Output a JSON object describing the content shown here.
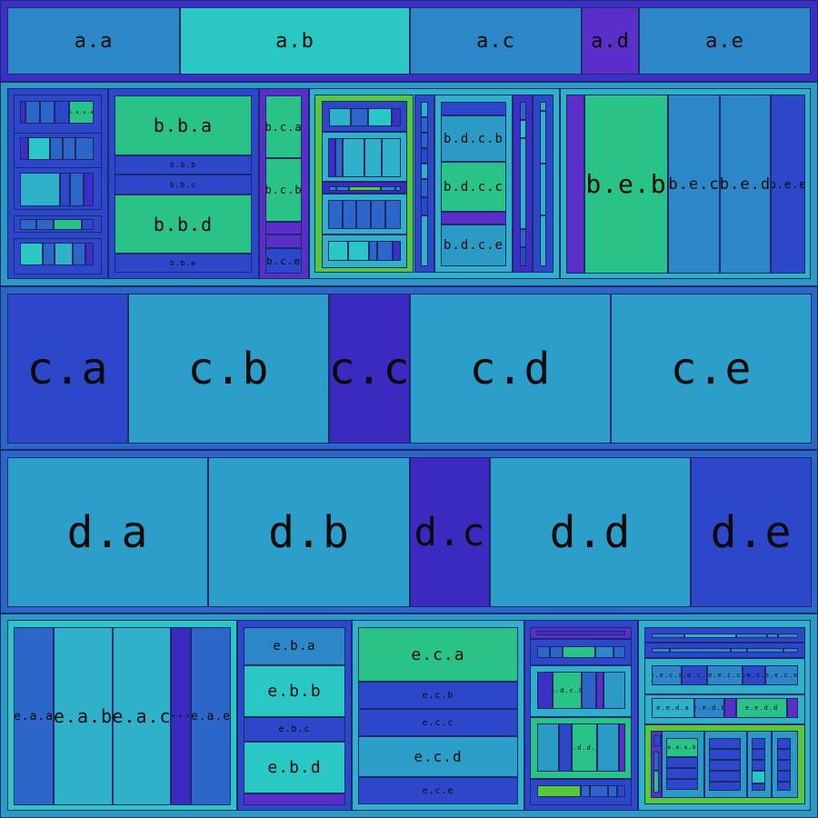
{
  "palette": {
    "a": "#2c87c9",
    "b": "#2ac8c4",
    "c": "#2b9fc9",
    "d": "#5a2fc9",
    "e": "#29c387",
    "f": "#2c47c9",
    "g": "#3b2fc7",
    "h": "#56c93a",
    "i": "#3a2ac0",
    "j": "#2d66c9",
    "k": "#2fb1c9",
    "m": "#2b9ac4"
  },
  "labels": {
    "aa": "a.a",
    "ab": "a.b",
    "ac": "a.c",
    "ad": "a.d",
    "ae": "a.e",
    "baae": "b.a.a.e",
    "bba": "b.b.a",
    "bbb": "b.b.b",
    "bbc": "b.b.c",
    "bbd": "b.b.d",
    "bbe": "b.b.e",
    "bca": "b.c.a",
    "bcb": "b.c.b",
    "bce": "b.c.e",
    "bdcb": "b.d.c.b",
    "bdcc": "b.d.c.c",
    "bdce": "b.d.c.e",
    "beb": "b.e.b",
    "bec": "b.e.c",
    "bed": "b.e.d",
    "bee": "b.e.e",
    "ca": "c.a",
    "cb": "c.b",
    "cc": "c.c",
    "cd": "c.d",
    "ce": "c.e",
    "da": "d.a",
    "db": "d.b",
    "dc": "d.c",
    "dd": "d.d",
    "de": "d.e",
    "eaa": "e.a.a",
    "eab": "e.a.b",
    "eac": "e.a.c",
    "ead": "e.a.d",
    "eae": "e.a.e",
    "eba": "e.b.a",
    "ebb": "e.b.b",
    "ebc": "e.b.c",
    "ebd": "e.b.d",
    "eca": "e.c.a",
    "ecb": "e.c.b",
    "ecc": "e.c.c",
    "ecd": "e.c.d",
    "ece": "e.c.e",
    "edcb": "e.d.c.b",
    "eddc": "e.d.d.c",
    "eeca": "e.e.c.a",
    "eecb": "e.e.c.b",
    "eecc": "e.e.c.c",
    "eecd": "e.e.c.d",
    "eece": "e.e.c.e",
    "eeda": "e.e.d.a",
    "eedb": "e.e.d.b",
    "eedd": "e.e.d.d",
    "eeeb": "e.e.e.b"
  }
}
